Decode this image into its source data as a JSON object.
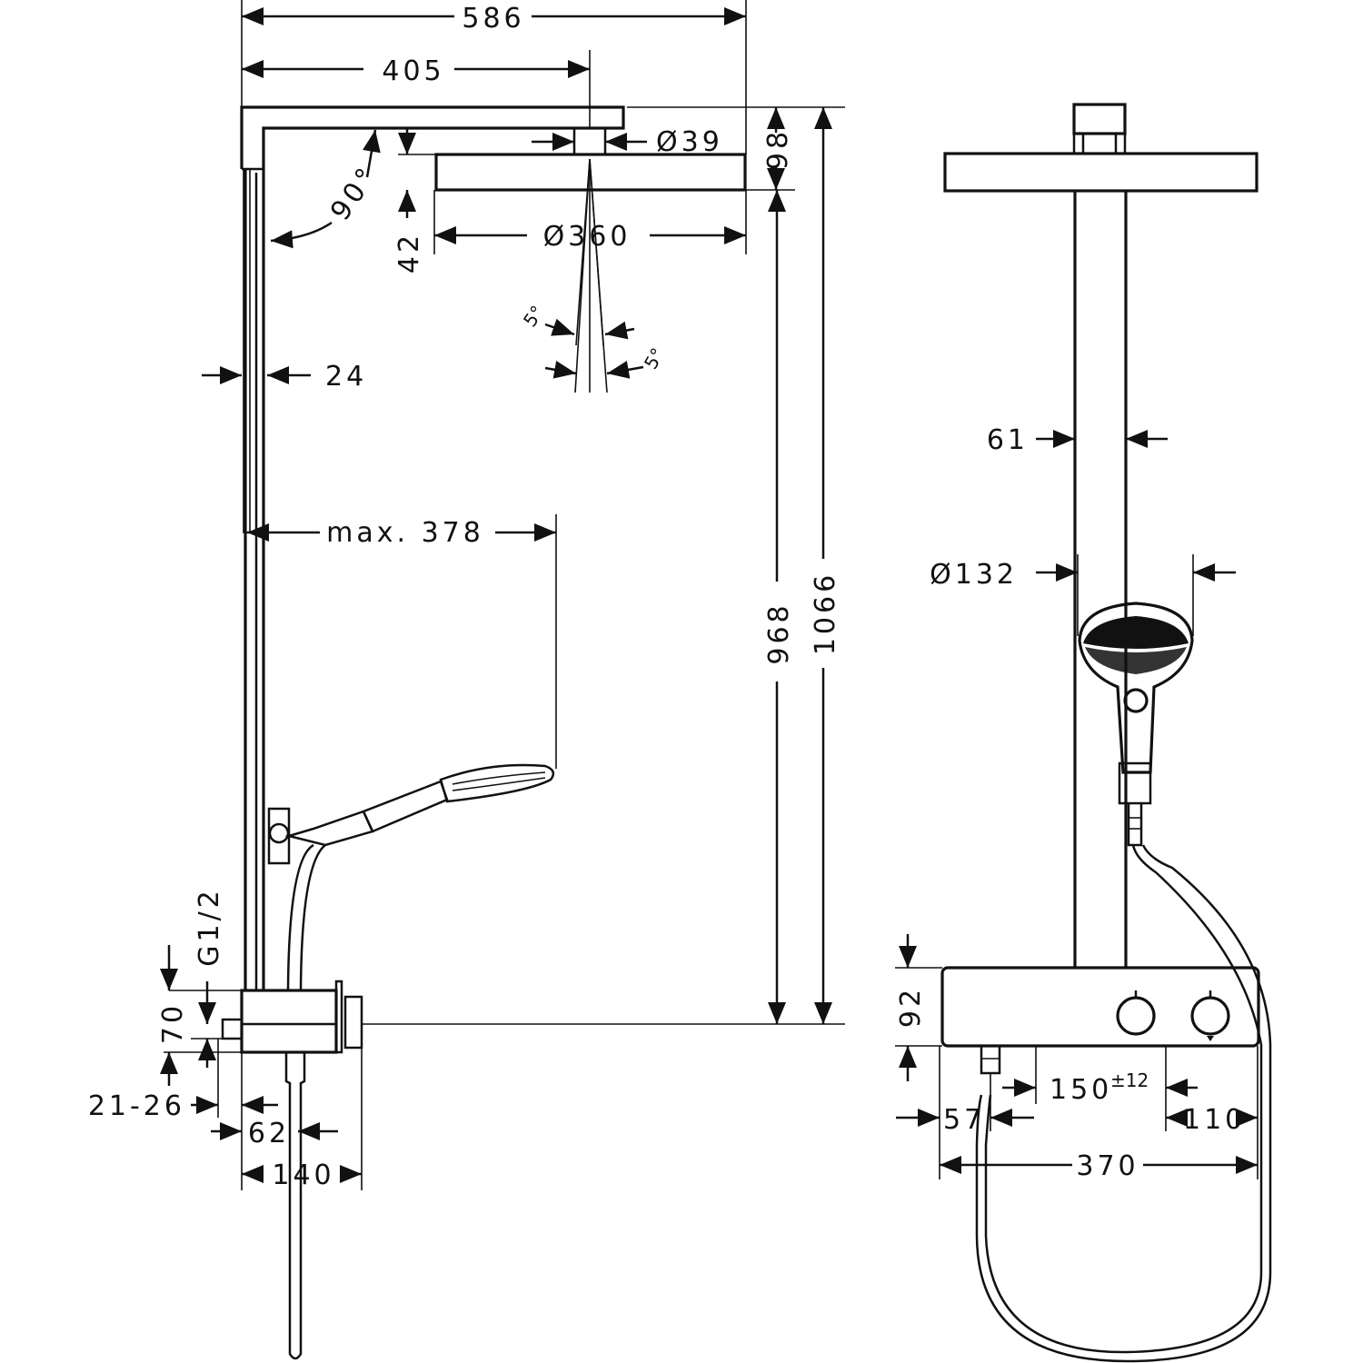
{
  "side_view": {
    "width_total": "586",
    "width_arm": "405",
    "diameter_connector": "Ø39",
    "height_head": "98",
    "height_plate": "42",
    "diameter_head": "Ø360",
    "angle_arm": "90°",
    "spray_angle_left": "5°",
    "spray_angle_right": "5°",
    "rail_depth": "24",
    "handshower_reach": "max. 378",
    "height_to_arm": "968",
    "height_total": "1066",
    "thread": "G1/2",
    "inlet_offset": "70",
    "wall_gap": "21-26",
    "mixer_depth": "62",
    "projection": "140"
  },
  "front_view": {
    "pipe_width": "61",
    "handshower_diameter": "Ø132",
    "mixer_height": "92",
    "inlet_spacing": "150",
    "inlet_tolerance": "±12",
    "inlet_left_offset": "57",
    "inlet_right_offset": "110",
    "mixer_width": "370"
  }
}
